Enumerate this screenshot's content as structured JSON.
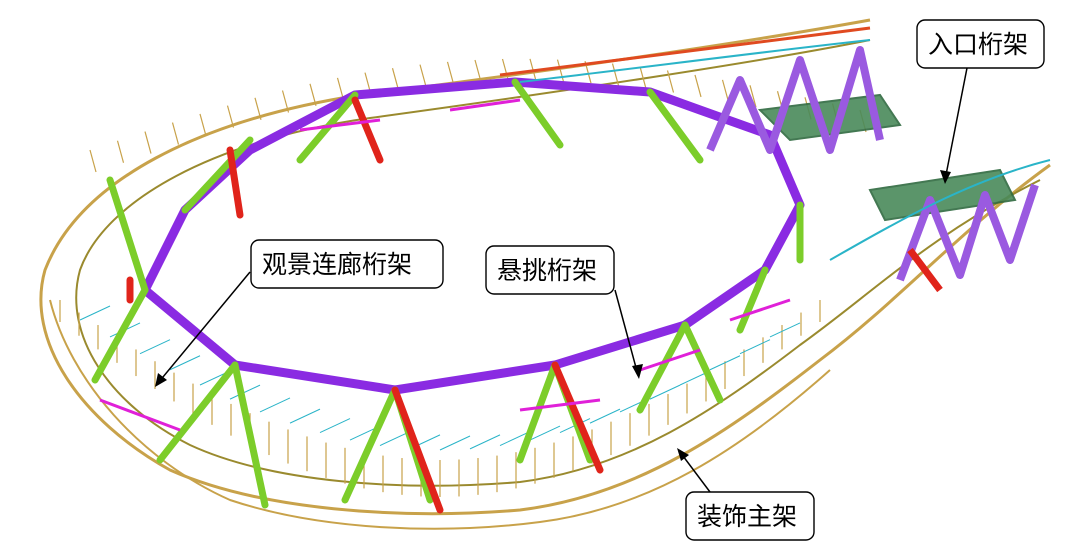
{
  "labels": {
    "entrance_truss": "入口桁架",
    "viewing_corridor_truss": "观景连廊桁架",
    "cantilever_truss": "悬挑桁架",
    "decorative_main_frame": "装饰主架"
  },
  "colors": {
    "purple_beam": "#8a2be2",
    "green_member": "#7ccd2a",
    "red_member": "#e0241b",
    "magenta_member": "#e020d8",
    "tan_frame": "#c8a24a",
    "olive_frame": "#9a8a2e",
    "cyan_member": "#2ab4c8",
    "blue_member": "#3050d0",
    "dark_green_deck": "#4a8a5a",
    "label_border": "#000000"
  }
}
